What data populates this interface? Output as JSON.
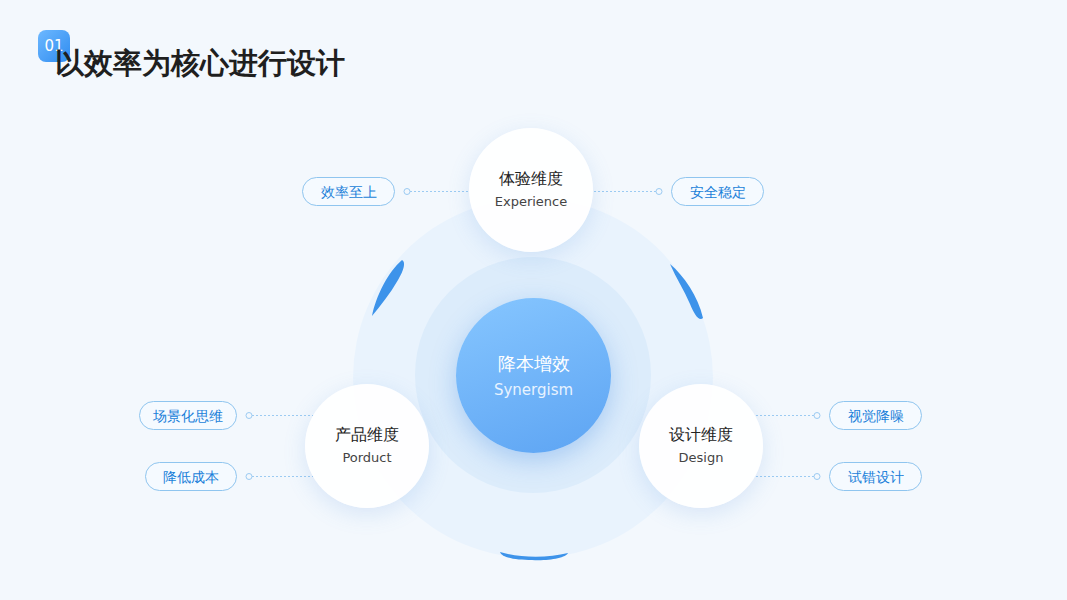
{
  "diagram": {
    "title": "以效率为核心进行设计",
    "nodes": [
      {
        "text": [
          "01"
        ]
      },
      {
        "text": [
          "效率至上"
        ]
      },
      {
        "text": [
          "体验维度",
          "Experience"
        ]
      },
      {
        "text": [
          "安全稳定"
        ]
      },
      {
        "text": [
          "降本增效",
          "Synergism"
        ]
      },
      {
        "text": [
          "场景化思维"
        ]
      },
      {
        "text": [
          "产品维度",
          "Porduct"
        ]
      },
      {
        "text": [
          "设计维度",
          "Design"
        ]
      },
      {
        "text": [
          "视觉降噪"
        ]
      },
      {
        "text": [
          "降低成本"
        ]
      },
      {
        "text": [
          "试错设计"
        ]
      }
    ],
    "edges": [
      {
        "from": 1,
        "to": 2,
        "arrow": "none"
      },
      {
        "from": 2,
        "to": 3,
        "arrow": "none"
      },
      {
        "from": 5,
        "to": 6,
        "arrow": "none"
      },
      {
        "from": 9,
        "to": 6,
        "arrow": "none"
      },
      {
        "from": 7,
        "to": 8,
        "arrow": "none"
      },
      {
        "from": 7,
        "to": 10,
        "arrow": "none"
      }
    ]
  }
}
